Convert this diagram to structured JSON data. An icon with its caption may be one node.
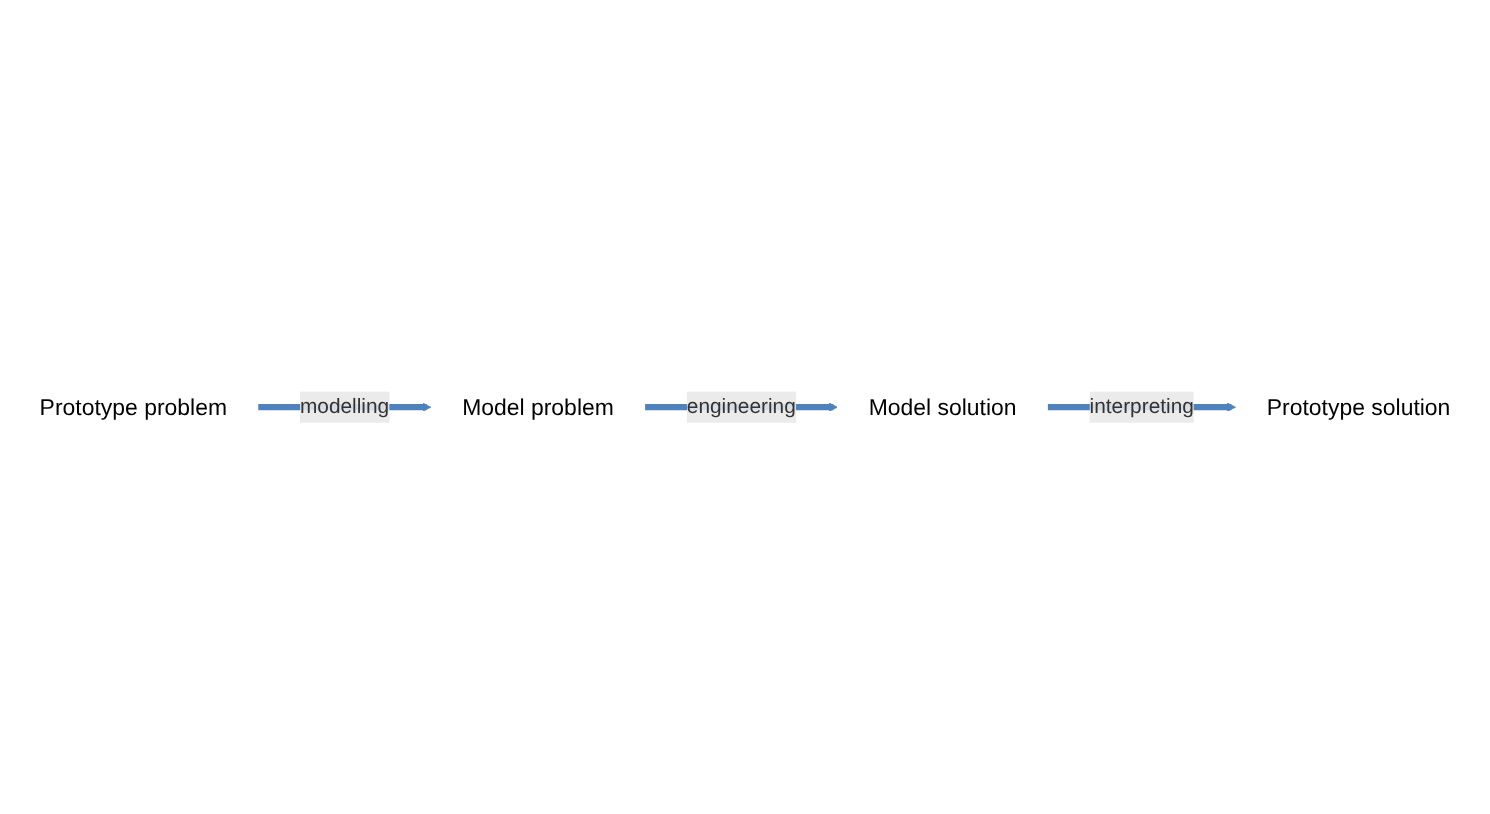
{
  "diagram": {
    "nodes": [
      {
        "text": [
          "Model problem"
        ]
      },
      {
        "text": [
          "Model solution"
        ]
      },
      {
        "text": [
          "Prototype problem"
        ]
      },
      {
        "text": [
          "Prototype solution"
        ]
      }
    ],
    "edges": [
      {
        "from": 2,
        "to": 0,
        "arrow": "to",
        "label": "modelling"
      },
      {
        "from": 0,
        "to": 1,
        "arrow": "to",
        "label": "engineering"
      },
      {
        "from": 1,
        "to": 3,
        "arrow": "to",
        "label": "interpreting"
      }
    ]
  }
}
